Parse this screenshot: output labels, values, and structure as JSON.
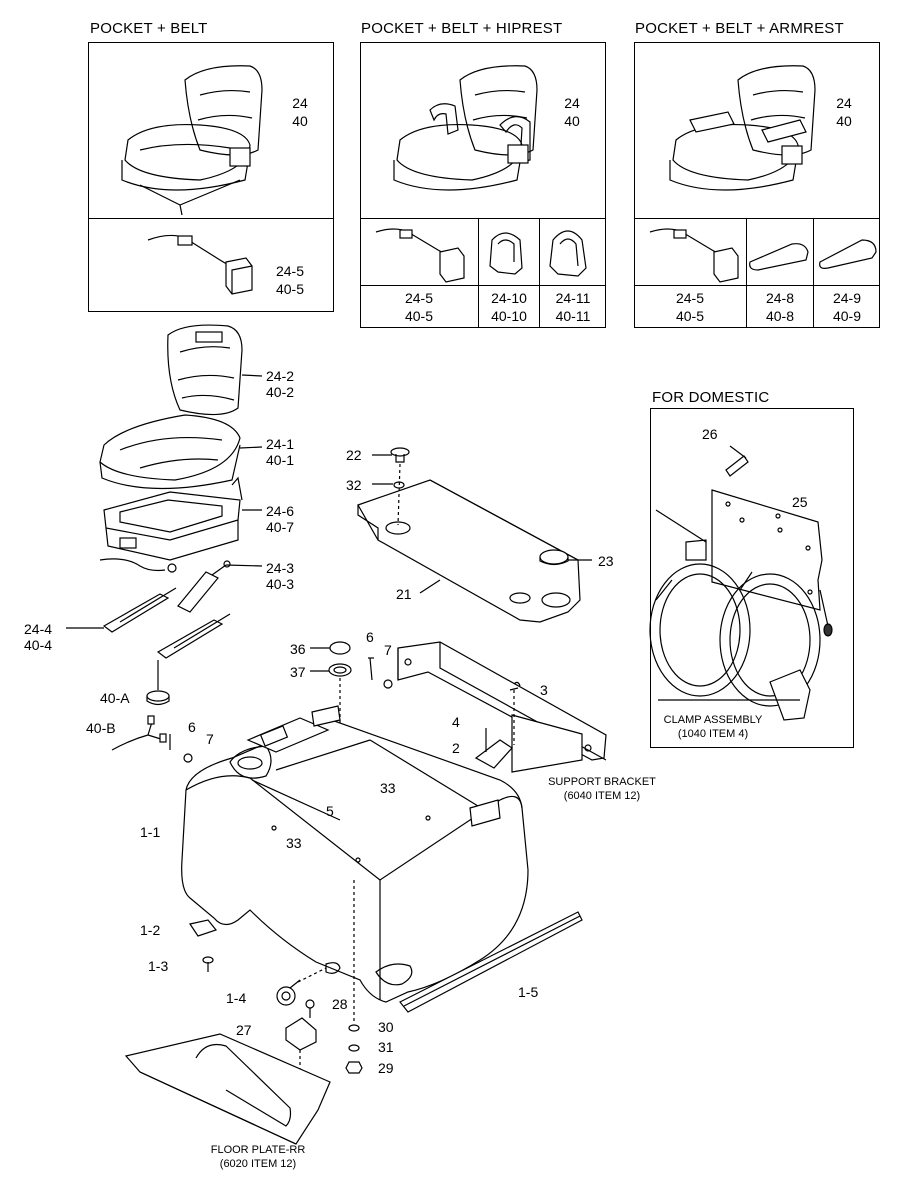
{
  "panels": {
    "pocket_belt": {
      "title": "POCKET + BELT",
      "seat_ref": [
        "24",
        "40"
      ],
      "belt_ref": [
        "24-5",
        "40-5"
      ]
    },
    "pocket_belt_hiprest": {
      "title": "POCKET + BELT + HIPREST",
      "seat_ref": [
        "24",
        "40"
      ],
      "cells": [
        [
          "24-5",
          "40-5"
        ],
        [
          "24-10",
          "40-10"
        ],
        [
          "24-11",
          "40-11"
        ]
      ]
    },
    "pocket_belt_armrest": {
      "title": "POCKET + BELT + ARMREST",
      "seat_ref": [
        "24",
        "40"
      ],
      "cells": [
        [
          "24-5",
          "40-5"
        ],
        [
          "24-8",
          "40-8"
        ],
        [
          "24-9",
          "40-9"
        ]
      ]
    },
    "domestic": {
      "title": "FOR DOMESTIC",
      "labels": [
        "26",
        "25"
      ],
      "clamp": [
        "CLAMP ASSEMBLY",
        "(1040 ITEM 4)"
      ]
    }
  },
  "parts": {
    "p24_2": [
      "24-2",
      "40-2"
    ],
    "p24_1": [
      "24-1",
      "40-1"
    ],
    "p24_6": [
      "24-6",
      "40-7"
    ],
    "p24_3": [
      "24-3",
      "40-3"
    ],
    "p24_4": [
      "24-4",
      "40-4"
    ],
    "p40a": "40-A",
    "p40b": "40-B",
    "p22": "22",
    "p32": "32",
    "p23": "23",
    "p21": "21",
    "p36": "36",
    "p37": "37",
    "p6a": "6",
    "p7a": "7",
    "p3": "3",
    "p4": "4",
    "p2": "2",
    "p6b": "6",
    "p7b": "7",
    "p5": "5",
    "p33a": "33",
    "p33b": "33",
    "p1_1": "1-1",
    "p1_2": "1-2",
    "p1_3": "1-3",
    "p1_4": "1-4",
    "p1_5": "1-5",
    "p27": "27",
    "p28": "28",
    "p30": "30",
    "p31": "31",
    "p29": "29"
  },
  "notes": {
    "support_bracket": [
      "SUPPORT BRACKET",
      "(6040 ITEM 12)"
    ],
    "floor_plate": [
      "FLOOR PLATE-RR",
      "(6020 ITEM 12)"
    ]
  }
}
